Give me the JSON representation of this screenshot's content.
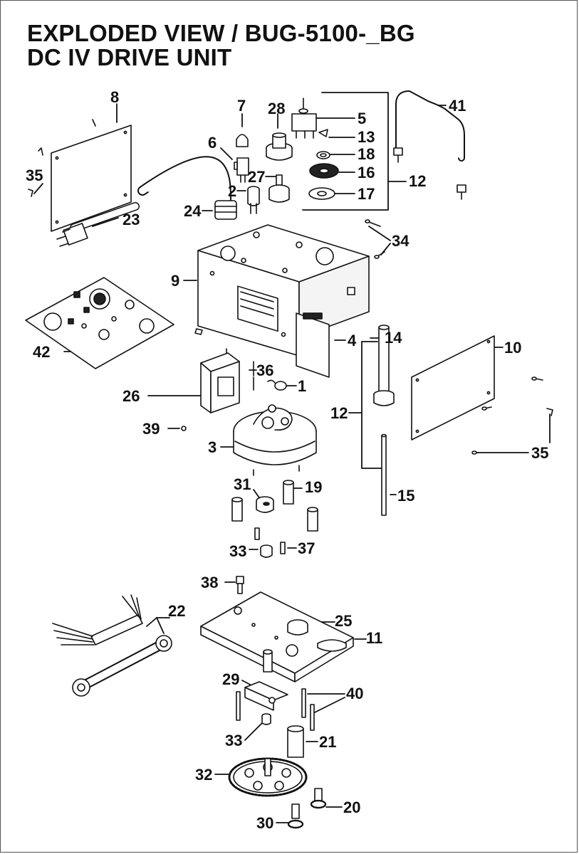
{
  "title_line1": "EXPLODED VIEW / BUG-5100-_BG",
  "title_line2": "DC IV DRIVE  UNIT",
  "callouts": {
    "c1": "1",
    "c2": "2",
    "c3": "3",
    "c4": "4",
    "c5": "5",
    "c6": "6",
    "c7": "7",
    "c8": "8",
    "c9": "9",
    "c10": "10",
    "c11": "11",
    "c12a": "12",
    "c12b": "12",
    "c13": "13",
    "c14": "14",
    "c15": "15",
    "c16": "16",
    "c17": "17",
    "c18": "18",
    "c19": "19",
    "c20": "20",
    "c21": "21",
    "c22": "22",
    "c23": "23",
    "c24": "24",
    "c25": "25",
    "c26": "26",
    "c27": "27",
    "c28": "28",
    "c29": "29",
    "c30": "30",
    "c31": "31",
    "c32": "32",
    "c33a": "33",
    "c33b": "33",
    "c34": "34",
    "c35a": "35",
    "c35b": "35",
    "c36": "36",
    "c37": "37",
    "c38": "38",
    "c39": "39",
    "c40": "40",
    "c41": "41",
    "c42": "42"
  }
}
